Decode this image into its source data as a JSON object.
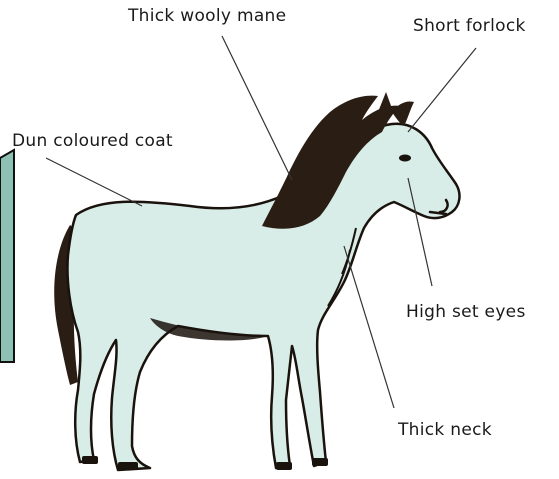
{
  "diagram": {
    "labels": {
      "mane": "Thick wooly mane",
      "forlock": "Short forlock",
      "coat": "Dun coloured coat",
      "eyes": "High set eyes",
      "neck": "Thick neck"
    },
    "colors": {
      "coat": "#d8ece8",
      "outline": "#1a120c",
      "mane": "#2a1d14",
      "side_panel": "#8cc1b3",
      "leader_line": "#333333"
    },
    "icons": [
      "pony-illustration",
      "side-panel-tab"
    ]
  }
}
